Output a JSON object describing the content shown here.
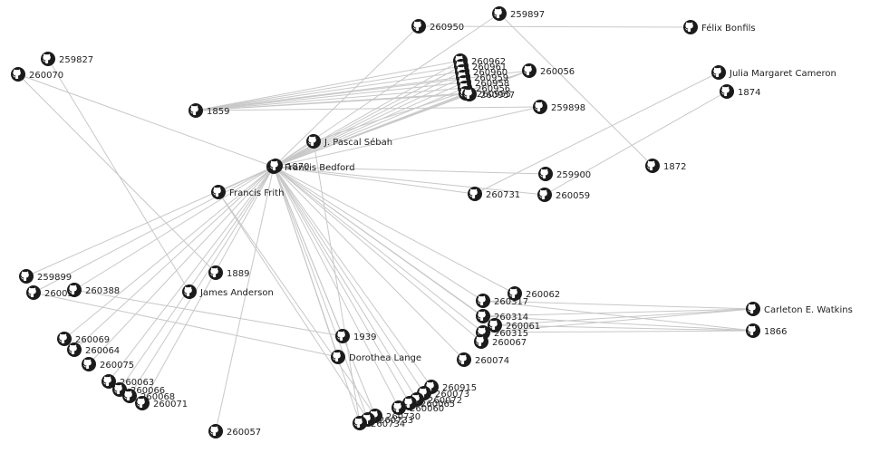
{
  "graph": {
    "colors": {
      "edge": "#c8c8c8",
      "icon": "#1b1b1b",
      "label": "#222222",
      "background": "#ffffff"
    },
    "icon": "github-octocat-icon",
    "nodes": [
      {
        "id": "n1",
        "label": "260950"
      },
      {
        "id": "n2",
        "label": "259897"
      },
      {
        "id": "n3",
        "label": "Félix Bonfils"
      },
      {
        "id": "n4",
        "label": "259827"
      },
      {
        "id": "n5",
        "label": "260070"
      },
      {
        "id": "n6",
        "label": "260962"
      },
      {
        "id": "n7",
        "label": "260961"
      },
      {
        "id": "n8",
        "label": "260960"
      },
      {
        "id": "n9",
        "label": "260959"
      },
      {
        "id": "n10",
        "label": "260958"
      },
      {
        "id": "n11",
        "label": "260956"
      },
      {
        "id": "n12",
        "label": "260955"
      },
      {
        "id": "n13",
        "label": "260957"
      },
      {
        "id": "n14",
        "label": "260056"
      },
      {
        "id": "n15",
        "label": "Julia Margaret Cameron"
      },
      {
        "id": "n16",
        "label": "1874"
      },
      {
        "id": "n17",
        "label": "1859"
      },
      {
        "id": "n18",
        "label": "259898"
      },
      {
        "id": "n19",
        "label": "J. Pascal Sébah"
      },
      {
        "id": "n20",
        "label": "1872"
      },
      {
        "id": "n21",
        "label": "Francis Bedford"
      },
      {
        "id": "n22",
        "label": "1870"
      },
      {
        "id": "n23",
        "label": "259900"
      },
      {
        "id": "n24",
        "label": "Francis Frith"
      },
      {
        "id": "n25",
        "label": "260731"
      },
      {
        "id": "n26",
        "label": "260059"
      },
      {
        "id": "n27",
        "label": "259899"
      },
      {
        "id": "n28",
        "label": "1889"
      },
      {
        "id": "n29",
        "label": "260058"
      },
      {
        "id": "n30",
        "label": "260388"
      },
      {
        "id": "n31",
        "label": "James Anderson"
      },
      {
        "id": "n32",
        "label": "260062"
      },
      {
        "id": "n33",
        "label": "260317"
      },
      {
        "id": "n34",
        "label": "Carleton E. Watkins"
      },
      {
        "id": "n35",
        "label": "260314"
      },
      {
        "id": "n36",
        "label": "260061"
      },
      {
        "id": "n37",
        "label": "260315"
      },
      {
        "id": "n38",
        "label": "1866"
      },
      {
        "id": "n39",
        "label": "260067"
      },
      {
        "id": "n40",
        "label": "260069"
      },
      {
        "id": "n41",
        "label": "260064"
      },
      {
        "id": "n42",
        "label": "1939"
      },
      {
        "id": "n43",
        "label": "Dorothea Lange"
      },
      {
        "id": "n44",
        "label": "260074"
      },
      {
        "id": "n45",
        "label": "260075"
      },
      {
        "id": "n46",
        "label": "260063"
      },
      {
        "id": "n47",
        "label": "260066"
      },
      {
        "id": "n48",
        "label": "260068"
      },
      {
        "id": "n49",
        "label": "260071"
      },
      {
        "id": "n50",
        "label": "260915"
      },
      {
        "id": "n51",
        "label": "260073"
      },
      {
        "id": "n52",
        "label": "260072"
      },
      {
        "id": "n53",
        "label": "260065"
      },
      {
        "id": "n54",
        "label": "260060"
      },
      {
        "id": "n55",
        "label": "260730"
      },
      {
        "id": "n56",
        "label": "260733"
      },
      {
        "id": "n57",
        "label": "260734"
      },
      {
        "id": "n58",
        "label": "260057"
      }
    ],
    "edges": [
      [
        "n21",
        "n1"
      ],
      [
        "n21",
        "n2"
      ],
      [
        "n21",
        "n6"
      ],
      [
        "n21",
        "n7"
      ],
      [
        "n21",
        "n8"
      ],
      [
        "n21",
        "n9"
      ],
      [
        "n21",
        "n10"
      ],
      [
        "n21",
        "n11"
      ],
      [
        "n21",
        "n12"
      ],
      [
        "n21",
        "n13"
      ],
      [
        "n21",
        "n14"
      ],
      [
        "n21",
        "n18"
      ],
      [
        "n21",
        "n19"
      ],
      [
        "n21",
        "n23"
      ],
      [
        "n21",
        "n25"
      ],
      [
        "n21",
        "n26"
      ],
      [
        "n21",
        "n24"
      ],
      [
        "n21",
        "n27"
      ],
      [
        "n21",
        "n29"
      ],
      [
        "n21",
        "n30"
      ],
      [
        "n21",
        "n40"
      ],
      [
        "n21",
        "n41"
      ],
      [
        "n21",
        "n45"
      ],
      [
        "n21",
        "n46"
      ],
      [
        "n21",
        "n47"
      ],
      [
        "n21",
        "n48"
      ],
      [
        "n21",
        "n49"
      ],
      [
        "n21",
        "n32"
      ],
      [
        "n21",
        "n33"
      ],
      [
        "n21",
        "n35"
      ],
      [
        "n21",
        "n36"
      ],
      [
        "n21",
        "n37"
      ],
      [
        "n21",
        "n39"
      ],
      [
        "n21",
        "n44"
      ],
      [
        "n21",
        "n50"
      ],
      [
        "n21",
        "n51"
      ],
      [
        "n21",
        "n52"
      ],
      [
        "n21",
        "n53"
      ],
      [
        "n21",
        "n54"
      ],
      [
        "n21",
        "n55"
      ],
      [
        "n21",
        "n56"
      ],
      [
        "n21",
        "n57"
      ],
      [
        "n21",
        "n58"
      ],
      [
        "n21",
        "n5"
      ],
      [
        "n21",
        "n42"
      ],
      [
        "n21",
        "n43"
      ],
      [
        "n17",
        "n6"
      ],
      [
        "n17",
        "n7"
      ],
      [
        "n17",
        "n8"
      ],
      [
        "n17",
        "n9"
      ],
      [
        "n17",
        "n10"
      ],
      [
        "n17",
        "n11"
      ],
      [
        "n17",
        "n12"
      ],
      [
        "n17",
        "n13"
      ],
      [
        "n17",
        "n14"
      ],
      [
        "n17",
        "n18"
      ],
      [
        "n1",
        "n3"
      ],
      [
        "n2",
        "n20"
      ],
      [
        "n4",
        "n31"
      ],
      [
        "n5",
        "n28"
      ],
      [
        "n15",
        "n25"
      ],
      [
        "n16",
        "n26"
      ],
      [
        "n19",
        "n14"
      ],
      [
        "n19",
        "n57"
      ],
      [
        "n34",
        "n33"
      ],
      [
        "n34",
        "n35"
      ],
      [
        "n34",
        "n36"
      ],
      [
        "n34",
        "n37"
      ],
      [
        "n38",
        "n33"
      ],
      [
        "n38",
        "n35"
      ],
      [
        "n38",
        "n36"
      ],
      [
        "n38",
        "n37"
      ],
      [
        "n29",
        "n43"
      ],
      [
        "n30",
        "n42"
      ],
      [
        "n24",
        "n55"
      ],
      [
        "n24",
        "n56"
      ]
    ]
  }
}
